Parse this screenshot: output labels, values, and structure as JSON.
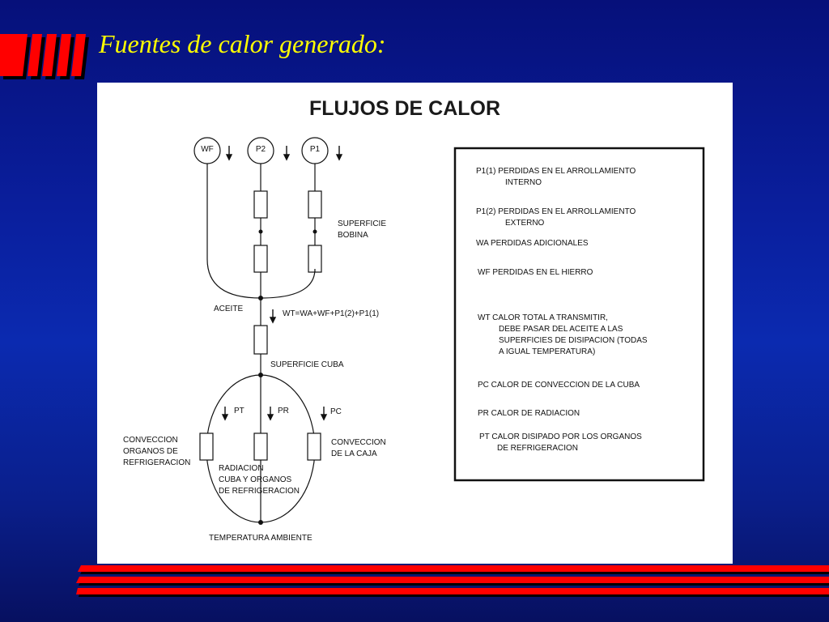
{
  "slide": {
    "title": "Fuentes de calor generado:"
  },
  "colors": {
    "title": "#ffff00",
    "accent_red": "#ff0000",
    "background": "#0a1f9e"
  },
  "diagram": {
    "title": "FLUJOS DE CALOR",
    "sources": [
      "WF",
      "P2",
      "P1"
    ],
    "labels": {
      "superficie_bobina": [
        "SUPERFICIE",
        "BOBINA"
      ],
      "aceite": "ACEITE",
      "wt_formula": "WT=WA+WF+P1(2)+P1(1)",
      "superficie_cuba": "SUPERFICIE CUBA",
      "pt": "PT",
      "pr": "PR",
      "pc": "PC",
      "conveccion_organos": [
        "CONVECCION",
        "ORGANOS DE",
        "REFRIGERACION"
      ],
      "conveccion_caja": [
        "CONVECCION",
        "DE LA CAJA"
      ],
      "radiacion": [
        "RADIACION",
        "CUBA Y ORGANOS",
        "DE REFRIGERACION"
      ],
      "temperatura_ambiente": "TEMPERATURA AMBIENTE"
    },
    "legend": [
      [
        "P1(1) PERDIDAS EN EL ARROLLAMIENTO",
        "INTERNO"
      ],
      [
        "P1(2) PERDIDAS EN EL ARROLLAMIENTO",
        "EXTERNO"
      ],
      [
        "WA PERDIDAS ADICIONALES"
      ],
      [
        "WF PERDIDAS EN EL HIERRO"
      ],
      [
        "WT CALOR TOTAL A TRANSMITIR,",
        "DEBE PASAR DEL ACEITE A LAS",
        "SUPERFICIES DE DISIPACION (TODAS",
        "A IGUAL TEMPERATURA)"
      ],
      [
        "PC CALOR DE CONVECCION DE LA CUBA"
      ],
      [
        "PR CALOR DE RADIACION"
      ],
      [
        "PT CALOR DISIPADO POR LOS ORGANOS",
        "DE REFRIGERACION"
      ]
    ]
  }
}
